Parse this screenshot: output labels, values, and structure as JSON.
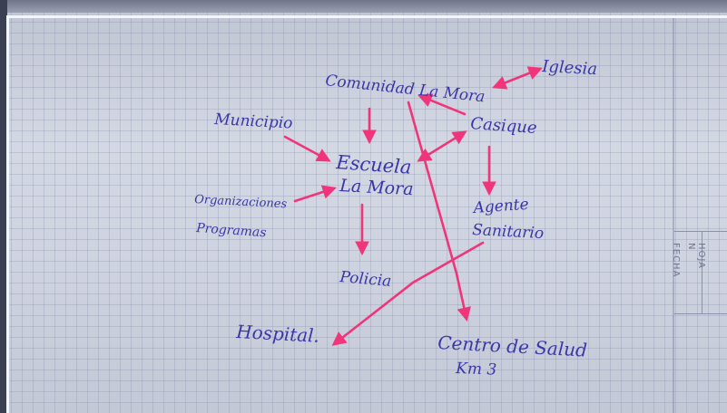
{
  "colors": {
    "ink": "#3b36a8",
    "arrow": "#f0357a",
    "paper": "#cfd3df"
  },
  "form_header": {
    "fecha": "FECHA",
    "hoja": "HOJA N"
  },
  "nodes": {
    "comunidad": "Comunidad La Mora",
    "iglesia": "Iglesia",
    "municipio": "Municipio",
    "cacique": "Casique",
    "escuela": "Escuela La Mora",
    "organizaciones": "Organizaciones Programas",
    "agente": "Agente Sanitario",
    "policia": "Policia",
    "hospital": "Hospital.",
    "centro_salud": "Centro de Salud Km 3"
  },
  "lines": {
    "escuela_1": "Escuela",
    "escuela_2": "La Mora",
    "org_1": "Organizaciones",
    "org_2": "Programas",
    "agente_1": "Agente",
    "agente_2": "Sanitario",
    "centro_1": "Centro de Salud",
    "centro_2": "Km 3"
  }
}
